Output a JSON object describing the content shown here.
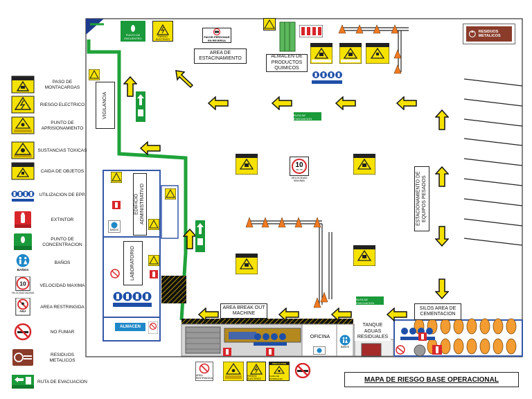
{
  "legend": [
    {
      "icon": "forklift-warning-icon",
      "label": "PASO DE MONTACARGAS"
    },
    {
      "icon": "electric-risk-icon",
      "label": "RIESGO ELECTRICO"
    },
    {
      "icon": "entrapment-warning-icon",
      "label": "PUNTO DE APRISIONAMIENTO"
    },
    {
      "icon": "toxic-substances-icon",
      "label": "SUSTANCIAS TOXICAS"
    },
    {
      "icon": "falling-objects-icon",
      "label": "CAIDA DE OBJETOS"
    },
    {
      "icon": "ppe-icon",
      "label": "UTILIZACION DE EPP."
    },
    {
      "icon": "fire-extinguisher-icon",
      "label": "EXTINTOR"
    },
    {
      "icon": "assembly-point-icon",
      "label": "PUNTO DE CONCENTRACION"
    },
    {
      "icon": "restroom-icon",
      "label": "BAÑOS"
    },
    {
      "icon": "speed-limit-icon",
      "label": "VELOCIDAD MAXIMA"
    },
    {
      "icon": "restricted-area-icon",
      "label": "AREA RESTRINGIDA"
    },
    {
      "icon": "no-smoking-icon",
      "label": "NO FUMAR"
    },
    {
      "icon": "metal-waste-icon",
      "label": "RESIDUOS METALICOS"
    },
    {
      "icon": "evacuation-route-icon",
      "label": "RUTA DE EVACUACION"
    }
  ],
  "map": {
    "title": "MAPA DE RIESGO BASE OPERACIONAL",
    "areas": {
      "parking": "AREA DE ESTACINAMIENTO",
      "chemicals": "ALMACEN DE PRODUCTOS QUIMICOS",
      "vigilance": "VIGILANCIA",
      "admin": "EDIFICIO ADMINISTRATIVO",
      "lab": "LABORATORIO",
      "warehouse": "ALMACEN",
      "break_area": "AREA BREAK OUT MACHINE",
      "office": "OFICINA",
      "tank": "TANQUE AGUAS RESIDUALES",
      "silos": "SILOS AREA DE CEMENTACION",
      "heavy_parking": "ESTACIONAMIENTO DE EQUIPOS PESADOS"
    },
    "signs": {
      "assembly_point": "PUNTO DE ENCUENTRO",
      "electric_risk": "RIESGO ELECTRICO",
      "reverse_warning": "FAVOR PERSONAR EN REVERSA",
      "metal_waste": "RESIDUOS METALICOS",
      "precaution": "PRECAUCION",
      "forklift": "PASO DE MONTACARGAS",
      "falling": "CAIDA DE MATERIALES",
      "evac_route": "RUTA DE EVACUACION",
      "speed_value": "10",
      "speed_unit": "KM / HR",
      "speed_label": "VELOCIDAD MAXIMA",
      "restricted": "AREA RESTRINGIDA",
      "restroom": "BAÑOS",
      "restroom_short": "BAÑOS"
    }
  }
}
